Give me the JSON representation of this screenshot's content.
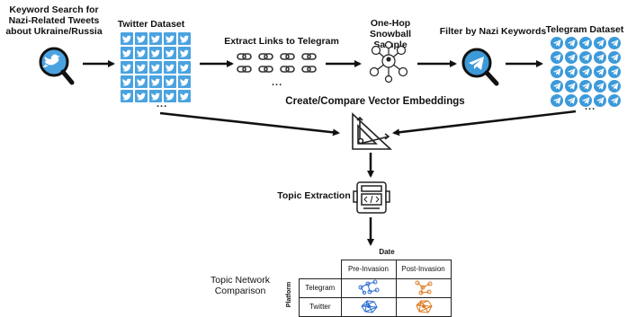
{
  "steps": {
    "keyword_search": [
      "Keyword Search for",
      "Nazi-Related Tweets",
      "about Ukraine/Russia"
    ],
    "twitter_dataset": "Twitter Dataset",
    "extract_links": "Extract Links to Telegram",
    "snowball": [
      "One-Hop",
      "Snowball Sample"
    ],
    "filter": "Filter by Nazi Keywords",
    "telegram_dataset": "Telegram Dataset",
    "embeddings": "Create/Compare Vector Embeddings",
    "topic_extraction": "Topic Extraction",
    "topic_network": [
      "Topic Network",
      "Comparison"
    ]
  },
  "ellipsis": "...",
  "table": {
    "date_header": "Date",
    "platform_header": "Platform",
    "columns": [
      "Pre-Invasion",
      "Post-Invasion"
    ],
    "rows": [
      "Telegram",
      "Twitter"
    ]
  },
  "colors": {
    "twitter_blue": "#4aa3e0",
    "telegram_blue": "#3d9ad9",
    "network_blue": "#2f6fd1",
    "network_orange": "#e07a1f"
  },
  "icons": {
    "search_twitter": "magnifier-twitter-icon",
    "search_telegram": "magnifier-telegram-icon",
    "embedding": "triangle-ruler-axes-icon",
    "topic": "code-module-icon"
  }
}
